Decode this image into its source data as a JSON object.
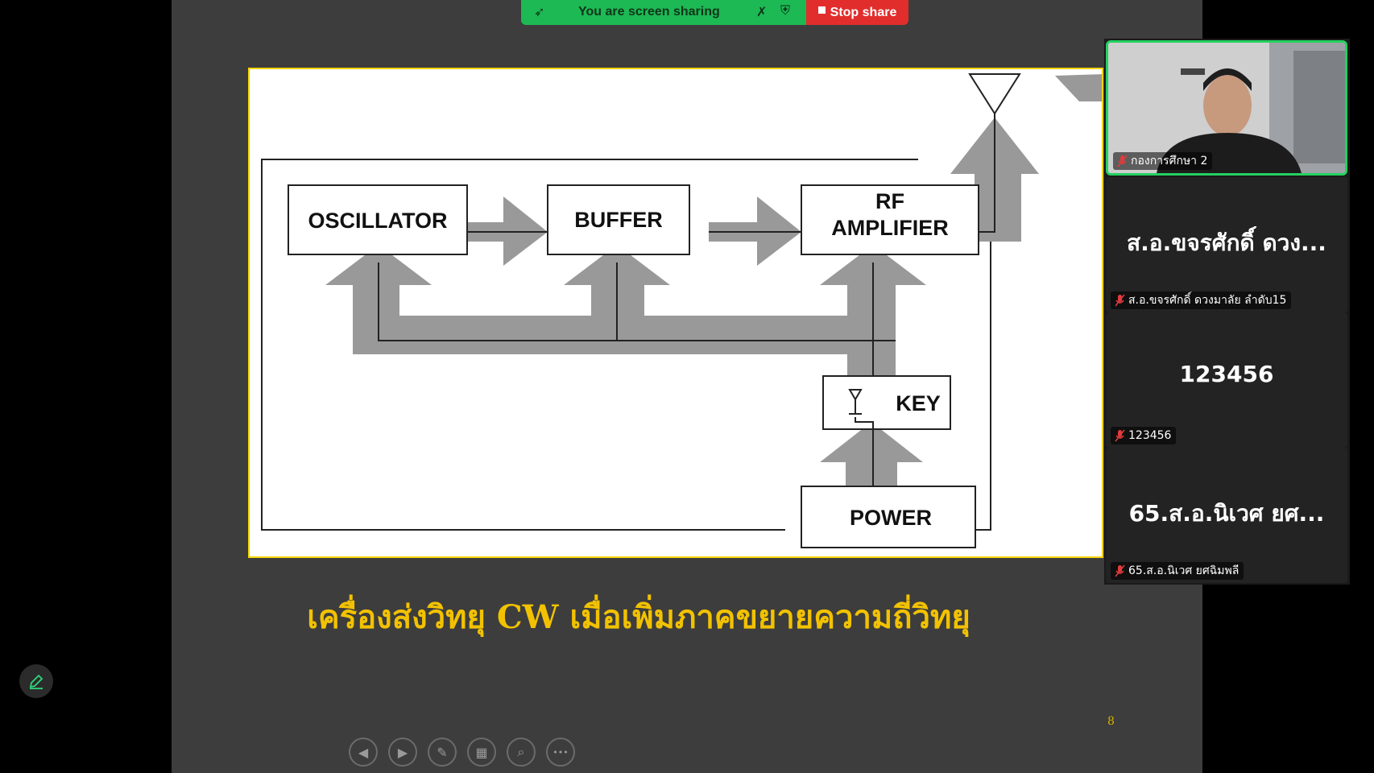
{
  "share_banner": {
    "status_text": "You are screen sharing",
    "stop_label": "Stop share"
  },
  "slide": {
    "diagram": {
      "blocks": {
        "oscillator": "OSCILLATOR",
        "buffer": "BUFFER",
        "rf_line1": "RF",
        "rf_line2": "AMPLIFIER",
        "key": "KEY",
        "power": "POWER"
      }
    },
    "caption": "เครื่องส่งวิทยุ CW เมื่อเพิ่มภาคขยายความถี่วิทยุ",
    "page_number": "8"
  },
  "participants": [
    {
      "big_name": "",
      "label": "กองการศึกษา 2",
      "has_video": true
    },
    {
      "big_name": "ส.อ.ขจรศักดิ์ ดวง...",
      "label": "ส.อ.ขจรศักดิ์ ดวงมาลัย ลำดับ15",
      "has_video": false
    },
    {
      "big_name": "123456",
      "label": "123456",
      "has_video": false
    },
    {
      "big_name": "65.ส.อ.นิเวศ ยศ...",
      "label": "65.ส.อ.นิเวศ ยศฉิมพลี",
      "has_video": false
    }
  ],
  "toolbar": {
    "buttons": [
      "previous-slide",
      "next-slide",
      "annotate",
      "grid-view",
      "zoom",
      "more"
    ],
    "glyphs": {
      "prev": "◀",
      "next": "▶",
      "pen": "✎",
      "grid": "▦",
      "zoom": "⌕",
      "more": "•••"
    }
  },
  "colors": {
    "share_green": "#1db954",
    "stop_red": "#e22d2d",
    "caption_yellow": "#f2c200",
    "active_speaker": "#23d160"
  }
}
